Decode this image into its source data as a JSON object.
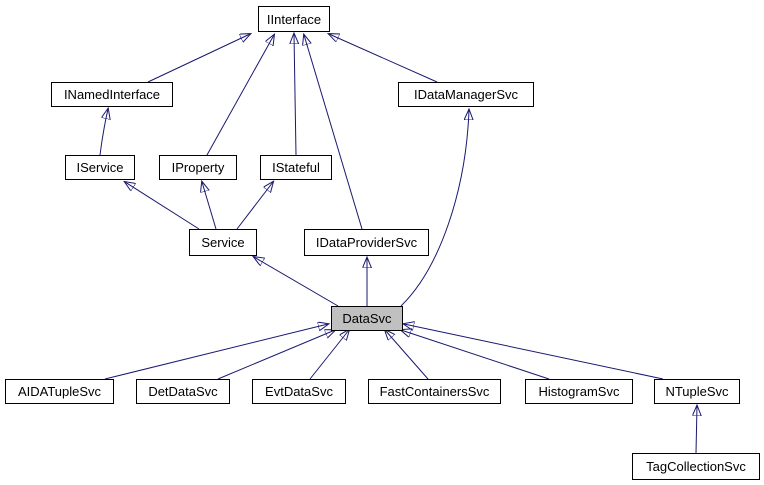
{
  "diagram": {
    "type": "class-inheritance-graph",
    "focus_class": "DataSvc",
    "colors": {
      "background": "#ffffff",
      "edge": "#191970",
      "node_border": "#000000",
      "node_fill": "#ffffff",
      "highlight_fill": "#c0c0c0",
      "text": "#000000"
    },
    "nodes": {
      "iinterface": {
        "label": "IInterface",
        "highlighted": false
      },
      "inamedinterface": {
        "label": "INamedInterface",
        "highlighted": false
      },
      "idatamanagersvc": {
        "label": "IDataManagerSvc",
        "highlighted": false
      },
      "iservice": {
        "label": "IService",
        "highlighted": false
      },
      "iproperty": {
        "label": "IProperty",
        "highlighted": false
      },
      "istateful": {
        "label": "IStateful",
        "highlighted": false
      },
      "service": {
        "label": "Service",
        "highlighted": false
      },
      "idataprovidersvc": {
        "label": "IDataProviderSvc",
        "highlighted": false
      },
      "datasvc": {
        "label": "DataSvc",
        "highlighted": true
      },
      "aidatuplesvc": {
        "label": "AIDATupleSvc",
        "highlighted": false
      },
      "detdatasvc": {
        "label": "DetDataSvc",
        "highlighted": false
      },
      "evtdatasvc": {
        "label": "EvtDataSvc",
        "highlighted": false
      },
      "fastcontainerssvc": {
        "label": "FastContainersSvc",
        "highlighted": false
      },
      "histogramsvc": {
        "label": "HistogramSvc",
        "highlighted": false
      },
      "ntuplesvc": {
        "label": "NTupleSvc",
        "highlighted": false
      },
      "tagcollectionsvc": {
        "label": "TagCollectionSvc",
        "highlighted": false
      }
    },
    "edges": [
      {
        "child": "INamedInterface",
        "parent": "IInterface"
      },
      {
        "child": "IService",
        "parent": "INamedInterface"
      },
      {
        "child": "IProperty",
        "parent": "IInterface"
      },
      {
        "child": "IStateful",
        "parent": "IInterface"
      },
      {
        "child": "IDataProviderSvc",
        "parent": "IInterface"
      },
      {
        "child": "IDataManagerSvc",
        "parent": "IInterface"
      },
      {
        "child": "Service",
        "parent": "IService"
      },
      {
        "child": "Service",
        "parent": "IProperty"
      },
      {
        "child": "Service",
        "parent": "IStateful"
      },
      {
        "child": "DataSvc",
        "parent": "Service"
      },
      {
        "child": "DataSvc",
        "parent": "IDataProviderSvc"
      },
      {
        "child": "DataSvc",
        "parent": "IDataManagerSvc"
      },
      {
        "child": "AIDATupleSvc",
        "parent": "DataSvc"
      },
      {
        "child": "DetDataSvc",
        "parent": "DataSvc"
      },
      {
        "child": "EvtDataSvc",
        "parent": "DataSvc"
      },
      {
        "child": "FastContainersSvc",
        "parent": "DataSvc"
      },
      {
        "child": "HistogramSvc",
        "parent": "DataSvc"
      },
      {
        "child": "NTupleSvc",
        "parent": "DataSvc"
      },
      {
        "child": "TagCollectionSvc",
        "parent": "NTupleSvc"
      }
    ]
  }
}
